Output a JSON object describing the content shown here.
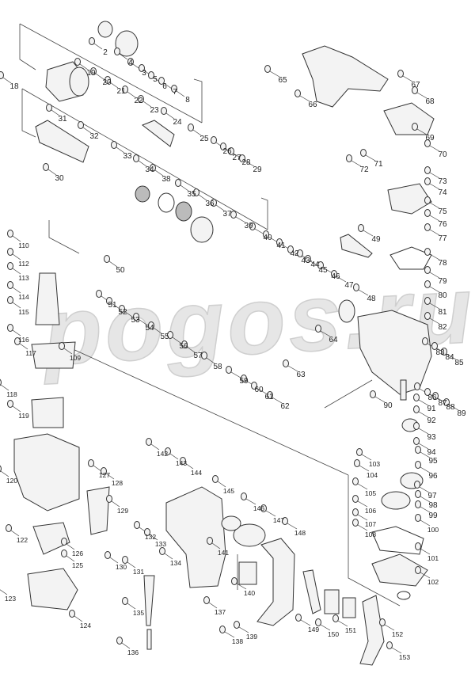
{
  "diagram": {
    "type": "exploded-parts-diagram",
    "watermark": "pogos.ru",
    "part_numbers": [
      "2",
      "3",
      "4",
      "5",
      "6",
      "7",
      "8",
      "18",
      "19",
      "20",
      "21",
      "22",
      "23",
      "24",
      "25",
      "26",
      "27",
      "28",
      "29",
      "30",
      "31",
      "32",
      "33",
      "34",
      "35",
      "36",
      "37",
      "38",
      "39",
      "40",
      "41",
      "42",
      "43",
      "44",
      "45",
      "46",
      "47",
      "48",
      "49",
      "50",
      "51",
      "52",
      "53",
      "54",
      "55",
      "56",
      "57",
      "58",
      "59",
      "60",
      "61",
      "62",
      "63",
      "64",
      "65",
      "66",
      "67",
      "68",
      "69",
      "70",
      "71",
      "72",
      "73",
      "74",
      "75",
      "76",
      "77",
      "78",
      "79",
      "80",
      "81",
      "82",
      "83",
      "84",
      "85",
      "86",
      "87",
      "88",
      "89",
      "90",
      "91",
      "92",
      "93",
      "94",
      "95",
      "96",
      "97",
      "98",
      "99",
      "100",
      "101",
      "102",
      "103",
      "104",
      "105",
      "106",
      "107",
      "108",
      "109",
      "110",
      "112",
      "113",
      "114",
      "115",
      "116",
      "117",
      "118",
      "119",
      "120",
      "122",
      "123",
      "124",
      "125",
      "126",
      "127",
      "128",
      "129",
      "130",
      "131",
      "132",
      "133",
      "134",
      "135",
      "136",
      "137",
      "138",
      "139",
      "140",
      "141",
      "142",
      "143",
      "144",
      "145",
      "146",
      "147",
      "148",
      "149",
      "150",
      "151",
      "152",
      "153"
    ]
  }
}
